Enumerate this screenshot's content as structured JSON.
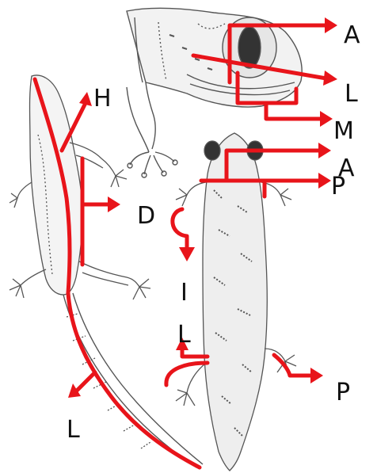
{
  "labels": {
    "a1": "A",
    "l1": "L",
    "m": "M",
    "a2": "A",
    "p1": "P",
    "h": "H",
    "d": "D",
    "i1": "I",
    "l2": "L",
    "p2": "P",
    "l3": "L"
  },
  "colors": {
    "arrow": "#e8141a",
    "line_art": "#555555",
    "text": "#111111",
    "background": "#ffffff"
  }
}
